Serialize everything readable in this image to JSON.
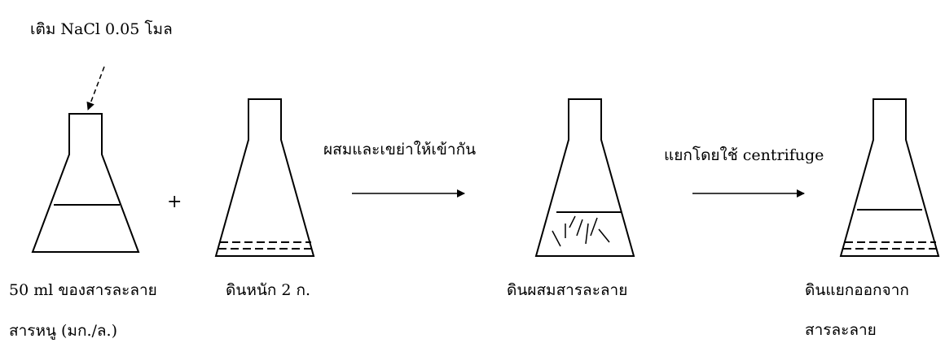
{
  "annotations": {
    "add_reagent": "เติม NaCl 0.05 โมล",
    "plus_sign": "+",
    "mix_step": "ผสมและเขย่าให้เข้ากัน",
    "separate_step": "แยกโดยใช้ centrifuge"
  },
  "flasks": [
    {
      "caption_line1": "50 ml ของสารละลาย",
      "caption_line2": "สารหนู (มก./ล.)"
    },
    {
      "caption_line1": "ดินหนัก 2 ก.",
      "caption_line2": ""
    },
    {
      "caption_line1": "ดินผสมสารละลาย",
      "caption_line2": ""
    },
    {
      "caption_line1": "ดินแยกออกจาก",
      "caption_line2": "สารละลาย"
    }
  ]
}
